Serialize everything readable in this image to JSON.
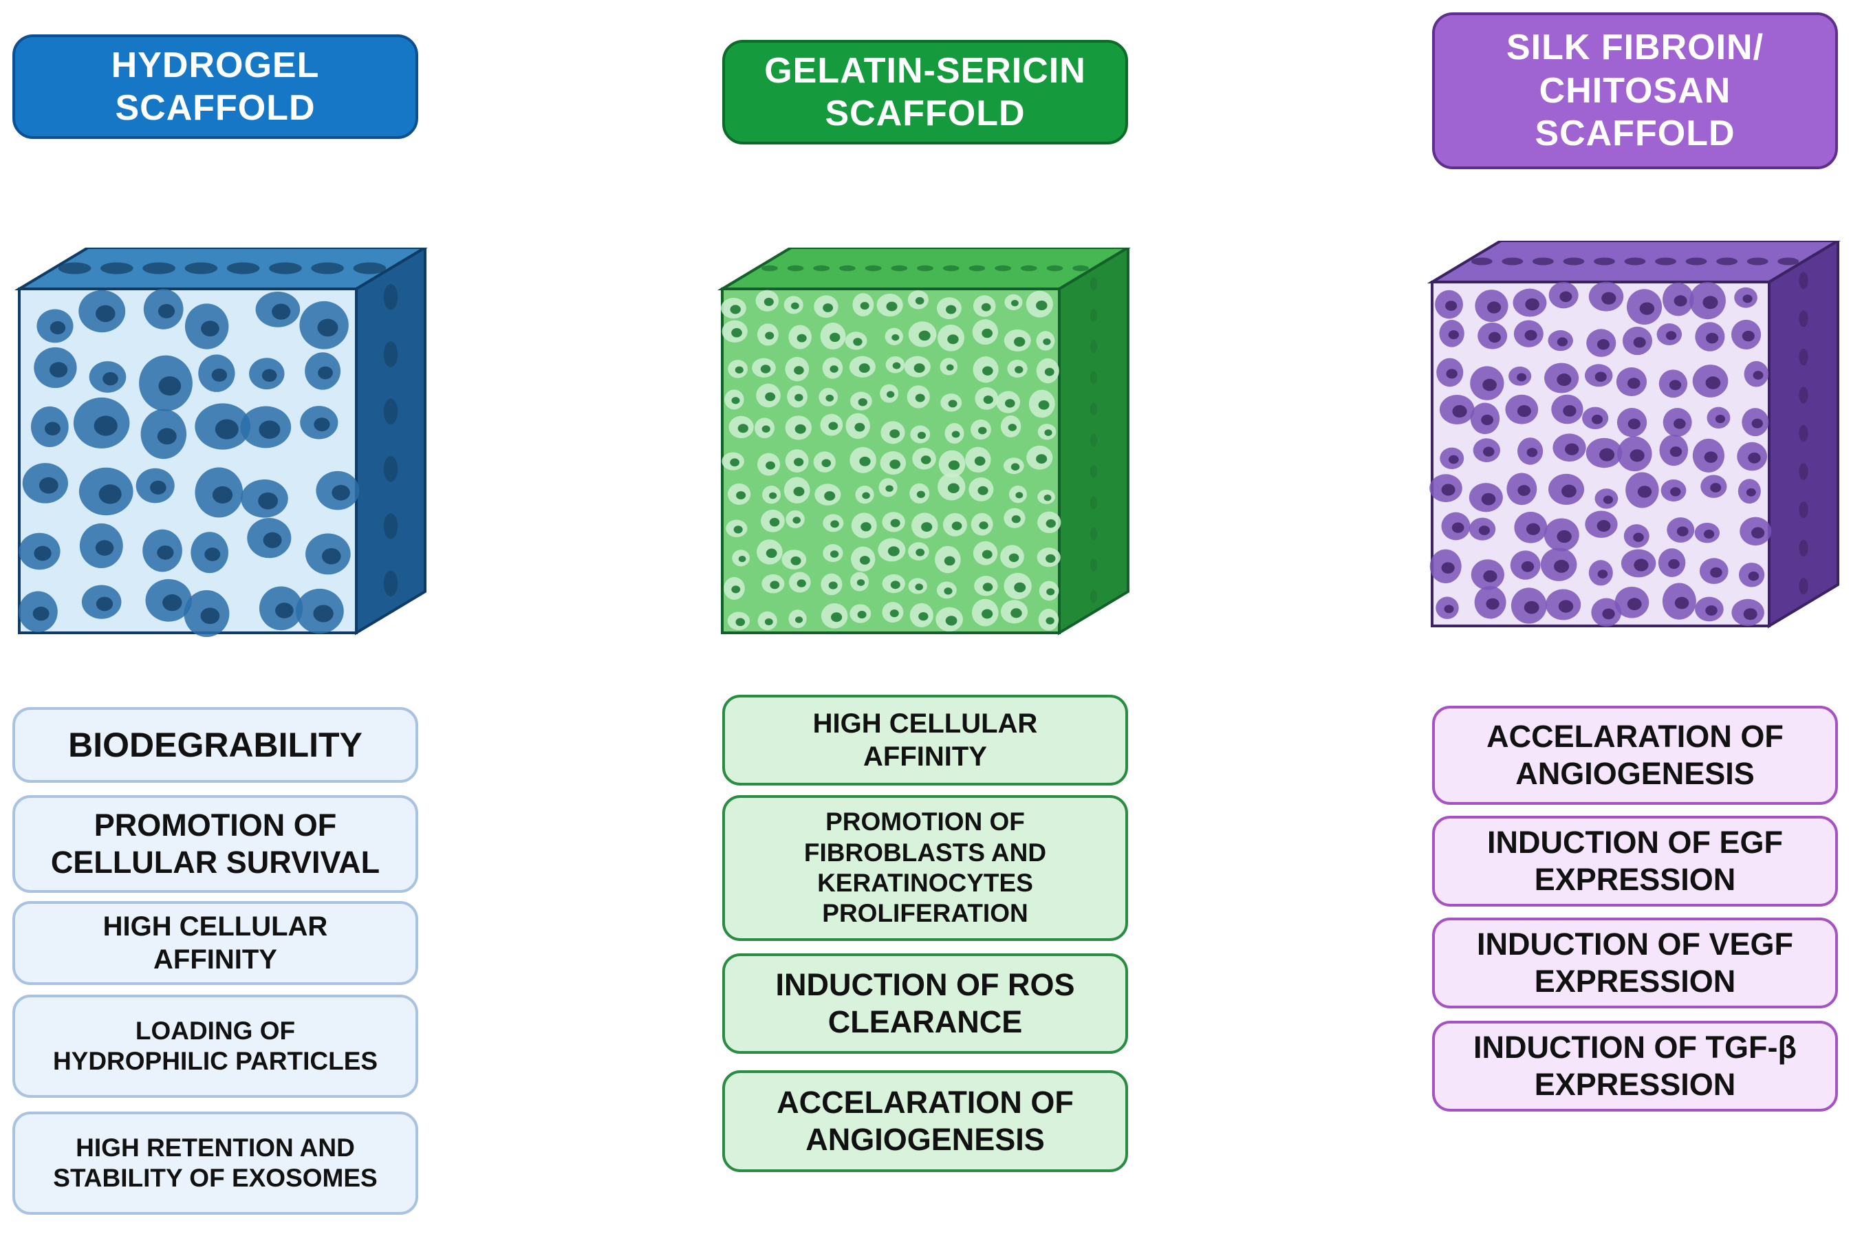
{
  "columns": [
    {
      "id": "hydrogel",
      "title": "HYDROGEL\nSCAFFOLD",
      "colors": {
        "front": "#d7ecf8",
        "pore": "#2b6fa8",
        "pore_dark": "#17466e",
        "side": "#1d5a8f",
        "top": "#3c86bf",
        "edge": "#0e3c66"
      },
      "properties": [
        "BIODEGRABILITY",
        "PROMOTION OF\nCELLULAR SURVIVAL",
        "HIGH CELLULAR\nAFFINITY",
        "LOADING OF\nHYDROPHILIC PARTICLES",
        "HIGH RETENTION AND\nSTABILITY OF EXOSOMES"
      ]
    },
    {
      "id": "gelatin",
      "title": "GELATIN-SERICIN\nSCAFFOLD",
      "colors": {
        "front": "#79d17e",
        "pore": "#cdeecf",
        "pore_dark": "#1f7a34",
        "side": "#228a36",
        "top": "#46b752",
        "edge": "#13602a"
      },
      "properties": [
        "HIGH CELLULAR\nAFFINITY",
        "PROMOTION OF\nFIBROBLASTS AND\nKERATINOCYTES\nPROLIFERATION",
        "INDUCTION OF ROS\nCLEARANCE",
        "ACCELARATION OF\nANGIOGENESIS"
      ]
    },
    {
      "id": "silk",
      "title": "SILK FIBROIN/\nCHITOSAN\nSCAFFOLD",
      "colors": {
        "front": "#eee4f8",
        "pore": "#7b55b8",
        "pore_dark": "#45286f",
        "side": "#5a3791",
        "top": "#8964c4",
        "edge": "#3b2263"
      },
      "properties": [
        "ACCELARATION OF\nANGIOGENESIS",
        "INDUCTION OF EGF\nEXPRESSION",
        "INDUCTION OF VEGF\nEXPRESSION",
        "INDUCTION OF TGF-β\nEXPRESSION"
      ]
    }
  ]
}
